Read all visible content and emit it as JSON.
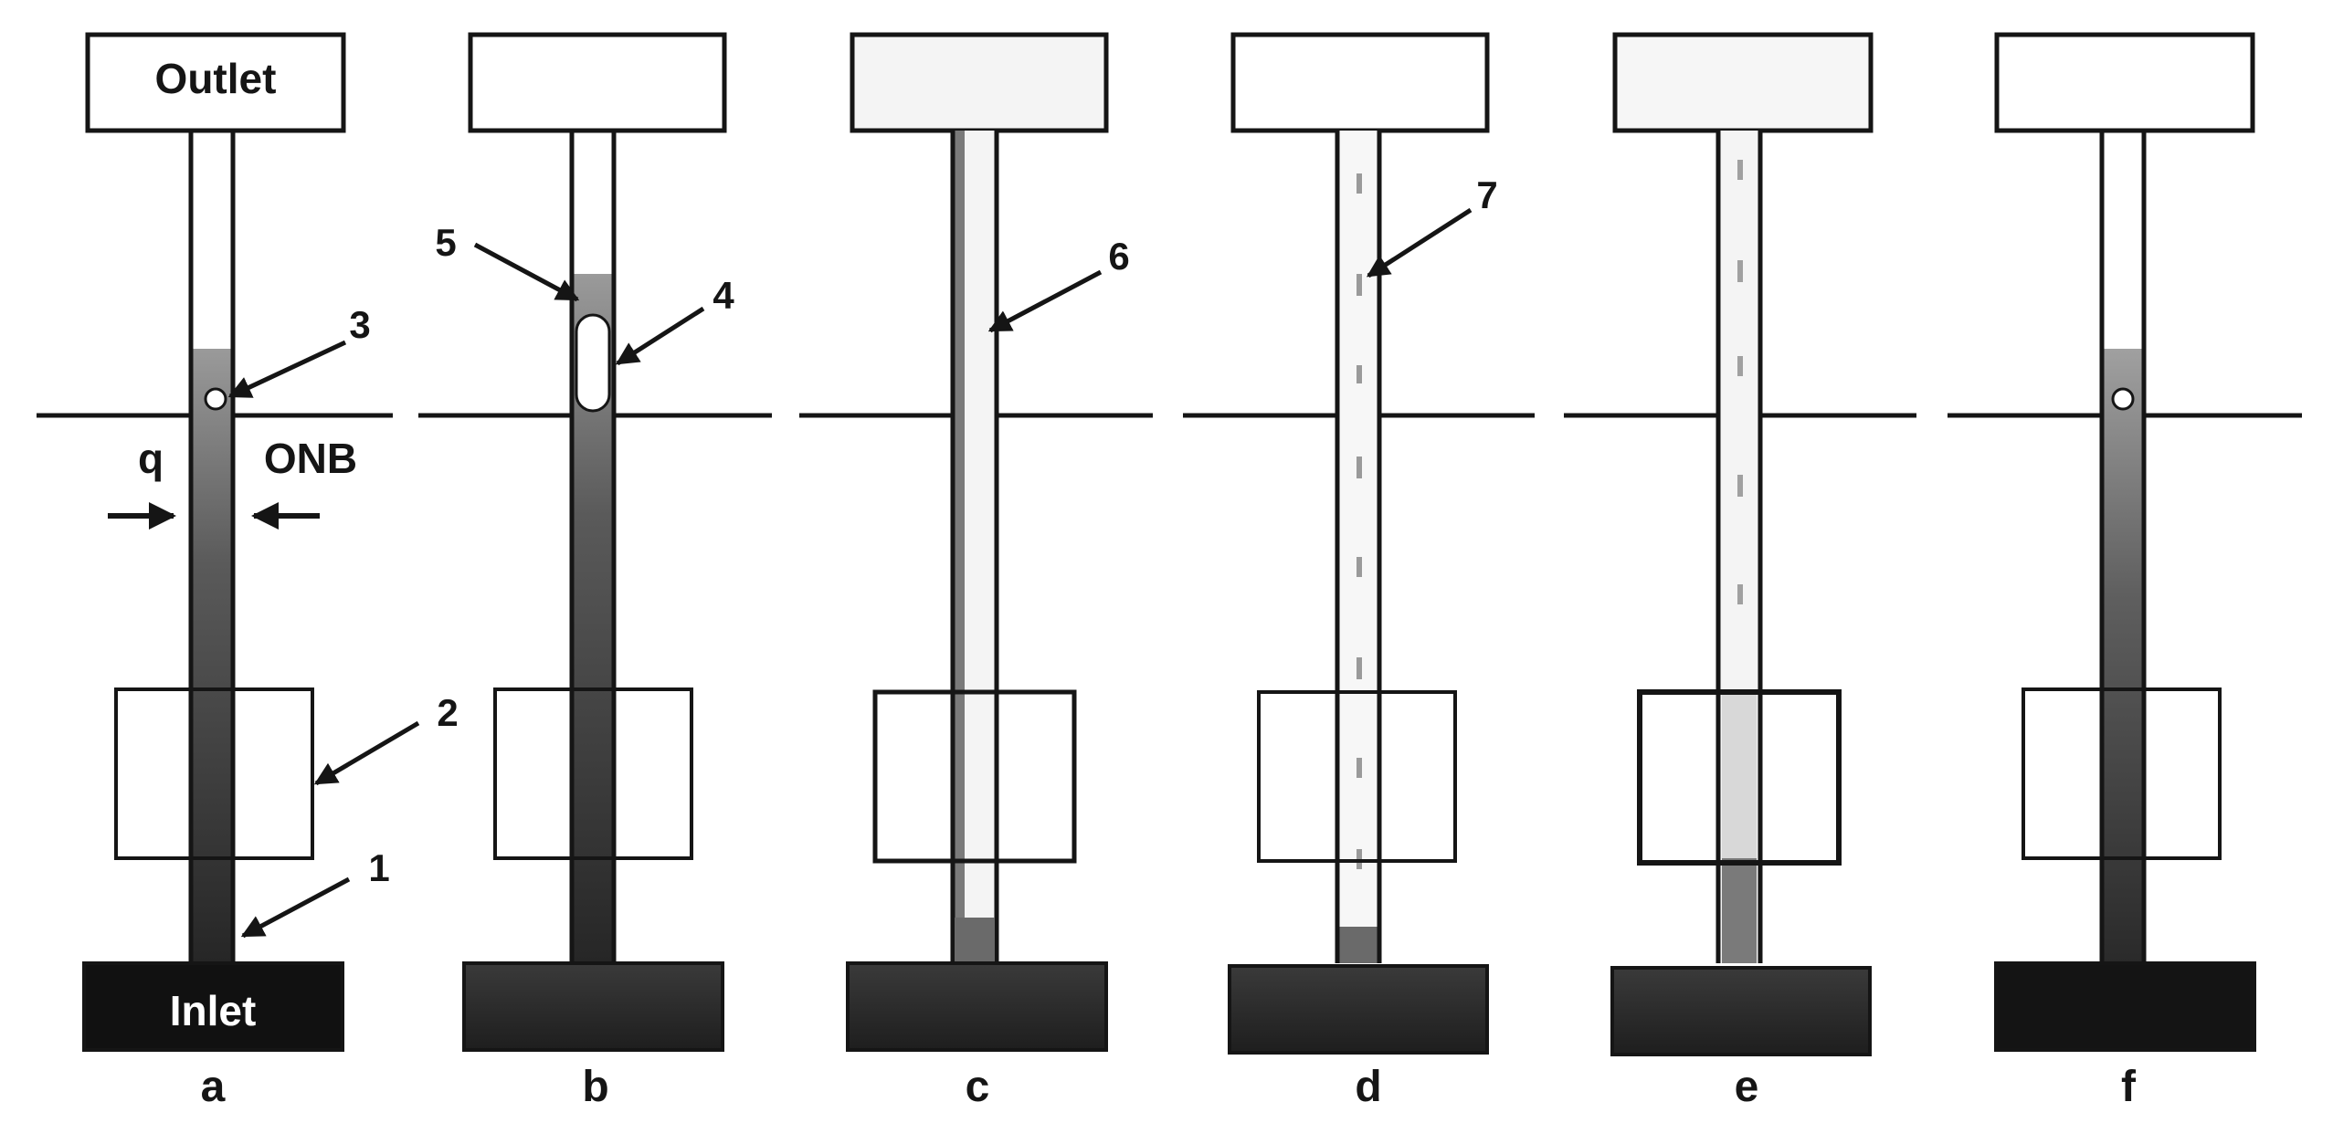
{
  "figure": {
    "labels": {
      "outlet": "Outlet",
      "inlet": "Inlet",
      "heat_flux": "q",
      "onb": "ONB"
    },
    "callouts": [
      "1",
      "2",
      "3",
      "4",
      "5",
      "6",
      "7"
    ],
    "panels": [
      {
        "id": "a",
        "label": "a",
        "liquid_fill": "dark",
        "features": [
          "bubble"
        ]
      },
      {
        "id": "b",
        "label": "b",
        "liquid_fill": "dark",
        "features": [
          "elongated-bubble"
        ]
      },
      {
        "id": "c",
        "label": "c",
        "liquid_fill": "vapor",
        "features": [
          "liquid-film"
        ]
      },
      {
        "id": "d",
        "label": "d",
        "liquid_fill": "vapor",
        "features": [
          "droplets"
        ]
      },
      {
        "id": "e",
        "label": "e",
        "liquid_fill": "vapor",
        "features": [
          "droplets"
        ]
      },
      {
        "id": "f",
        "label": "f",
        "liquid_fill": "dark",
        "features": [
          "bubble"
        ]
      }
    ],
    "colors": {
      "ink": "#151515",
      "liquid_dark": "#2a2a2a",
      "liquid_mid": "#6e6e6e",
      "vapor": "#f4f4f4",
      "inlet_fill": "#111111"
    }
  }
}
